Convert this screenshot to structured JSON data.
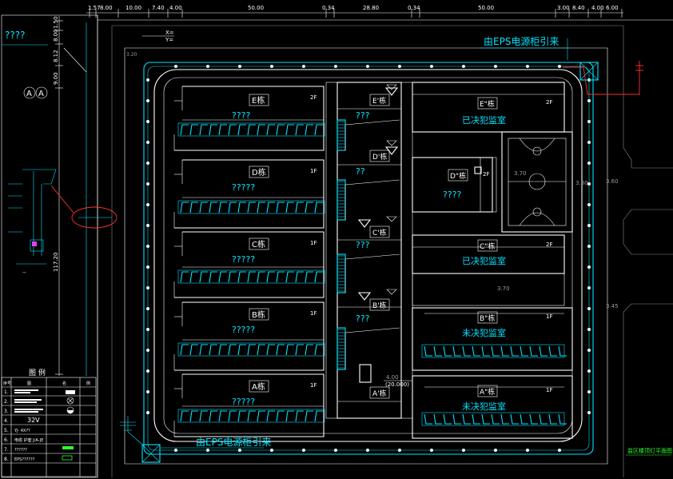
{
  "top_dims": [
    "1.57",
    "8.00",
    "10.00",
    "7.40",
    "4.00",
    "50.00",
    "0.34",
    "28.80",
    "0.34",
    "50.00",
    "3.00",
    "8.40",
    "4.00",
    "6.00"
  ],
  "left_dims": [
    "1.50",
    "8.00",
    "8.12",
    "9.00",
    "117.20"
  ],
  "left_label": "????",
  "axis_markers": [
    "A",
    "A"
  ],
  "xy_labels": [
    "X=",
    "Y="
  ],
  "top_left_marker": "3.20",
  "eps_top": "由EPS电源柜引来",
  "eps_bottom": "由EPS电源柜引来",
  "buildings": [
    {
      "tag": "E栋",
      "floor": "2F",
      "label": "????"
    },
    {
      "tag": "D栋",
      "floor": "1F",
      "label": "?????"
    },
    {
      "tag": "C栋",
      "floor": "1F",
      "label": "?????"
    },
    {
      "tag": "B栋",
      "floor": "1F",
      "label": "?????"
    },
    {
      "tag": "A栋",
      "floor": "1F",
      "label": "?????"
    }
  ],
  "middle": [
    {
      "tag": "E'栋",
      "label": "???"
    },
    {
      "tag": "D'栋",
      "label": "??"
    },
    {
      "tag": "C'栋",
      "label": "???"
    },
    {
      "tag": "B'栋",
      "label": "???"
    },
    {
      "tag": "A'栋",
      "label": ""
    }
  ],
  "right": [
    {
      "tag": "E\"栋",
      "floor": "2F",
      "label": "已决犯监室"
    },
    {
      "tag": "D\"栋",
      "floor": "2F",
      "label": "????"
    },
    {
      "tag": "C\"栋",
      "floor": "2F",
      "label": "已决犯监室"
    },
    {
      "tag": "B\"栋",
      "floor": "1F",
      "label": "未决犯监室"
    },
    {
      "tag": "A\"栋",
      "floor": "1F",
      "label": "未决犯监室"
    }
  ],
  "elev_center": "4.00",
  "elev_center_paren": "(20.000)",
  "elev_r1": "3.70",
  "elev_r2": "3.70",
  "elev_r3": "3.80",
  "elev_r4": "3.60",
  "elev_r5": "3.45",
  "legend": {
    "title": "图 例",
    "headers": [
      "序号",
      "图",
      "名",
      "例"
    ],
    "rows": [
      "1.",
      "2.",
      "3.",
      "4.",
      "5.",
      "6.",
      "7.",
      "8."
    ],
    "voltage": "32V",
    "row5": "YJ-  4X??",
    "row6": "电缆  护套  J/A-JE",
    "row7": "??????",
    "row8": "EPS??????"
  },
  "sheet_title": "监区楼顶灯平面图"
}
